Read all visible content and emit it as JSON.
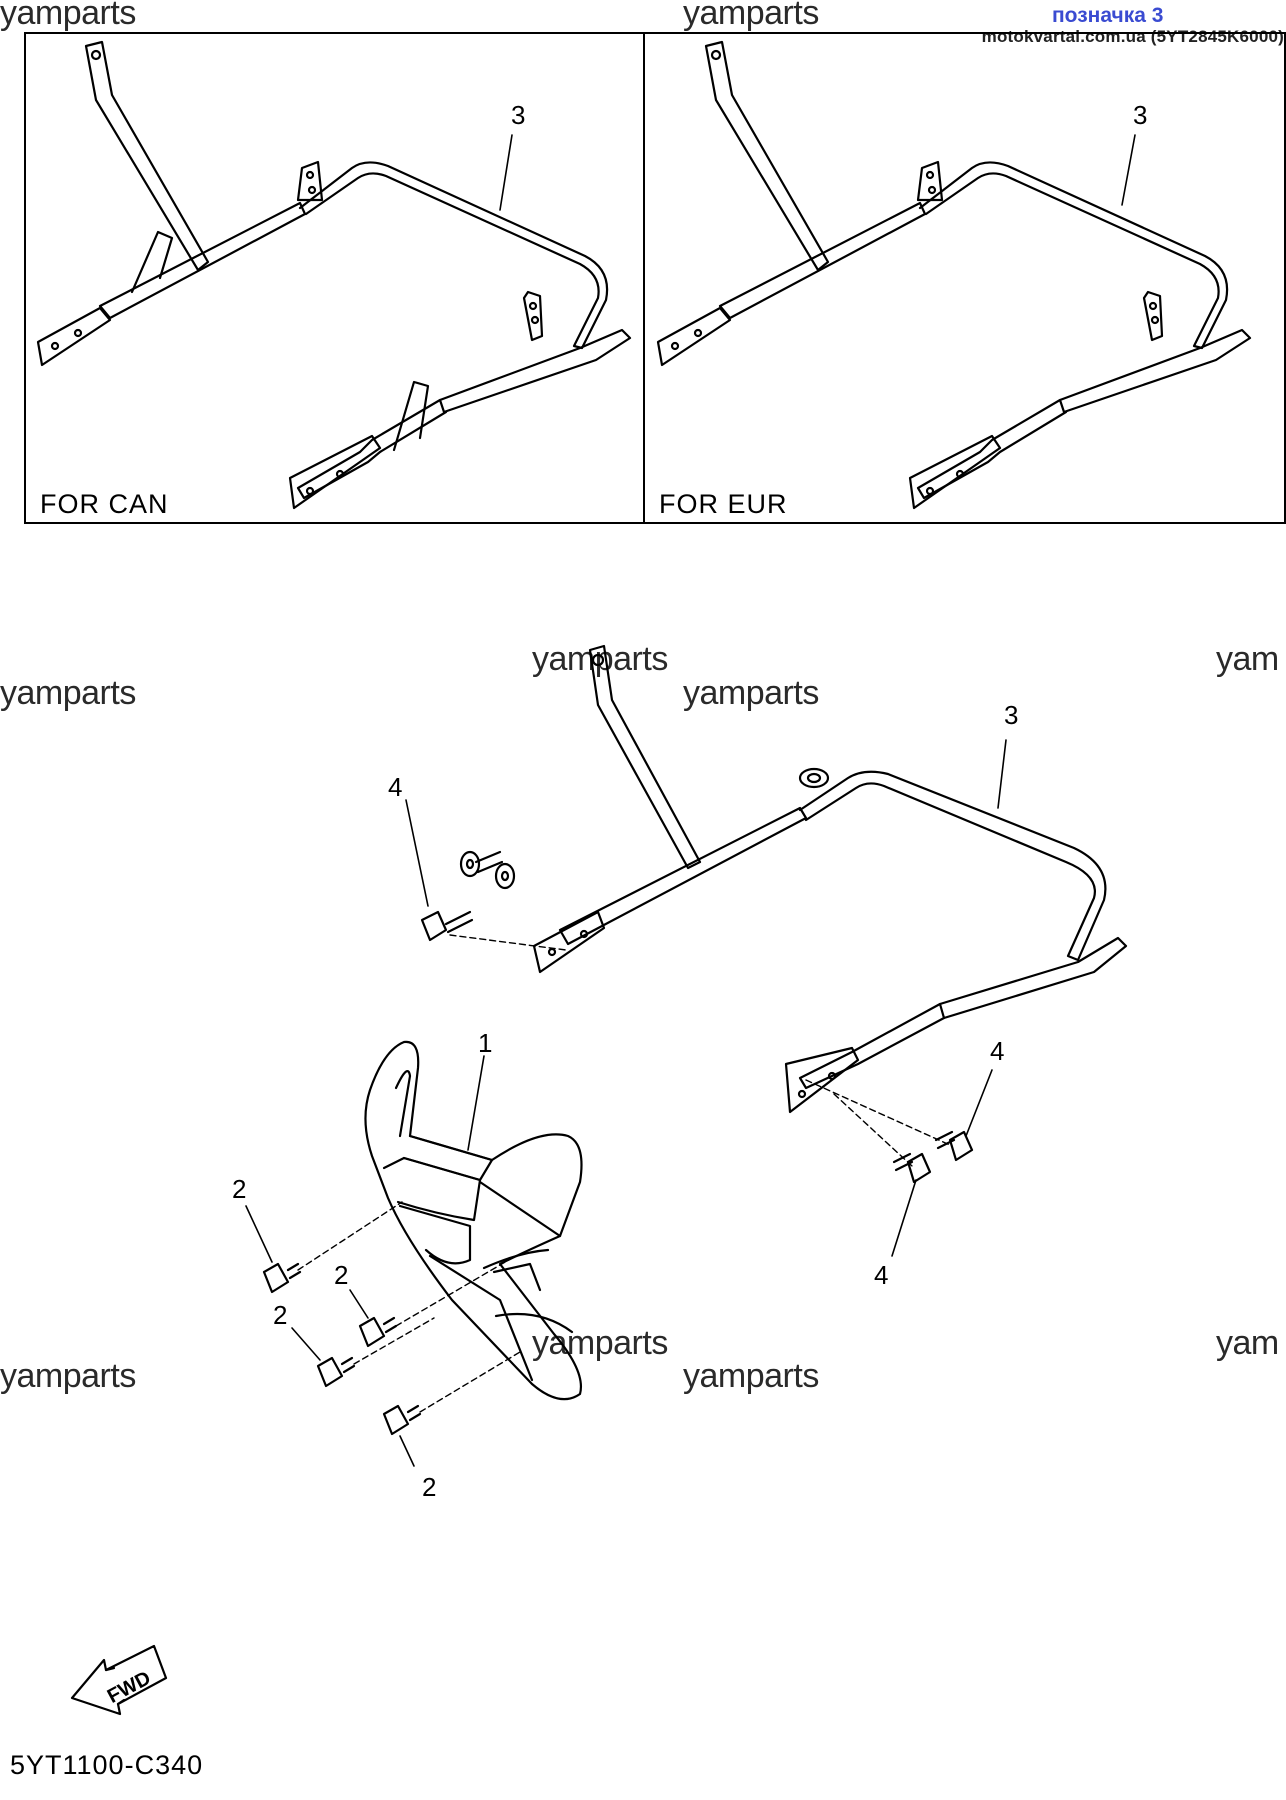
{
  "header": {
    "badge": "позначка 3",
    "source": "motokvartal.com.ua (5YT2845K6000)"
  },
  "watermark": "yamparts",
  "watermark_partial": "yam",
  "panels": [
    {
      "label": "FOR CAN"
    },
    {
      "label": "FOR EUR"
    }
  ],
  "callouts": {
    "frame_can": "3",
    "frame_eur": "3",
    "frame_main": "3",
    "guard": "1",
    "bolt_2a": "2",
    "bolt_2b": "2",
    "bolt_2c": "2",
    "bolt_2d": "2",
    "bolt_4a": "4",
    "bolt_4b": "4",
    "bolt_4c": "4"
  },
  "fwd_label": "FWD",
  "diagram_code": "5YT1100-C340",
  "colors": {
    "line": "#000000",
    "badge": "#3a4bd1",
    "watermark": "#2a2a2a"
  }
}
